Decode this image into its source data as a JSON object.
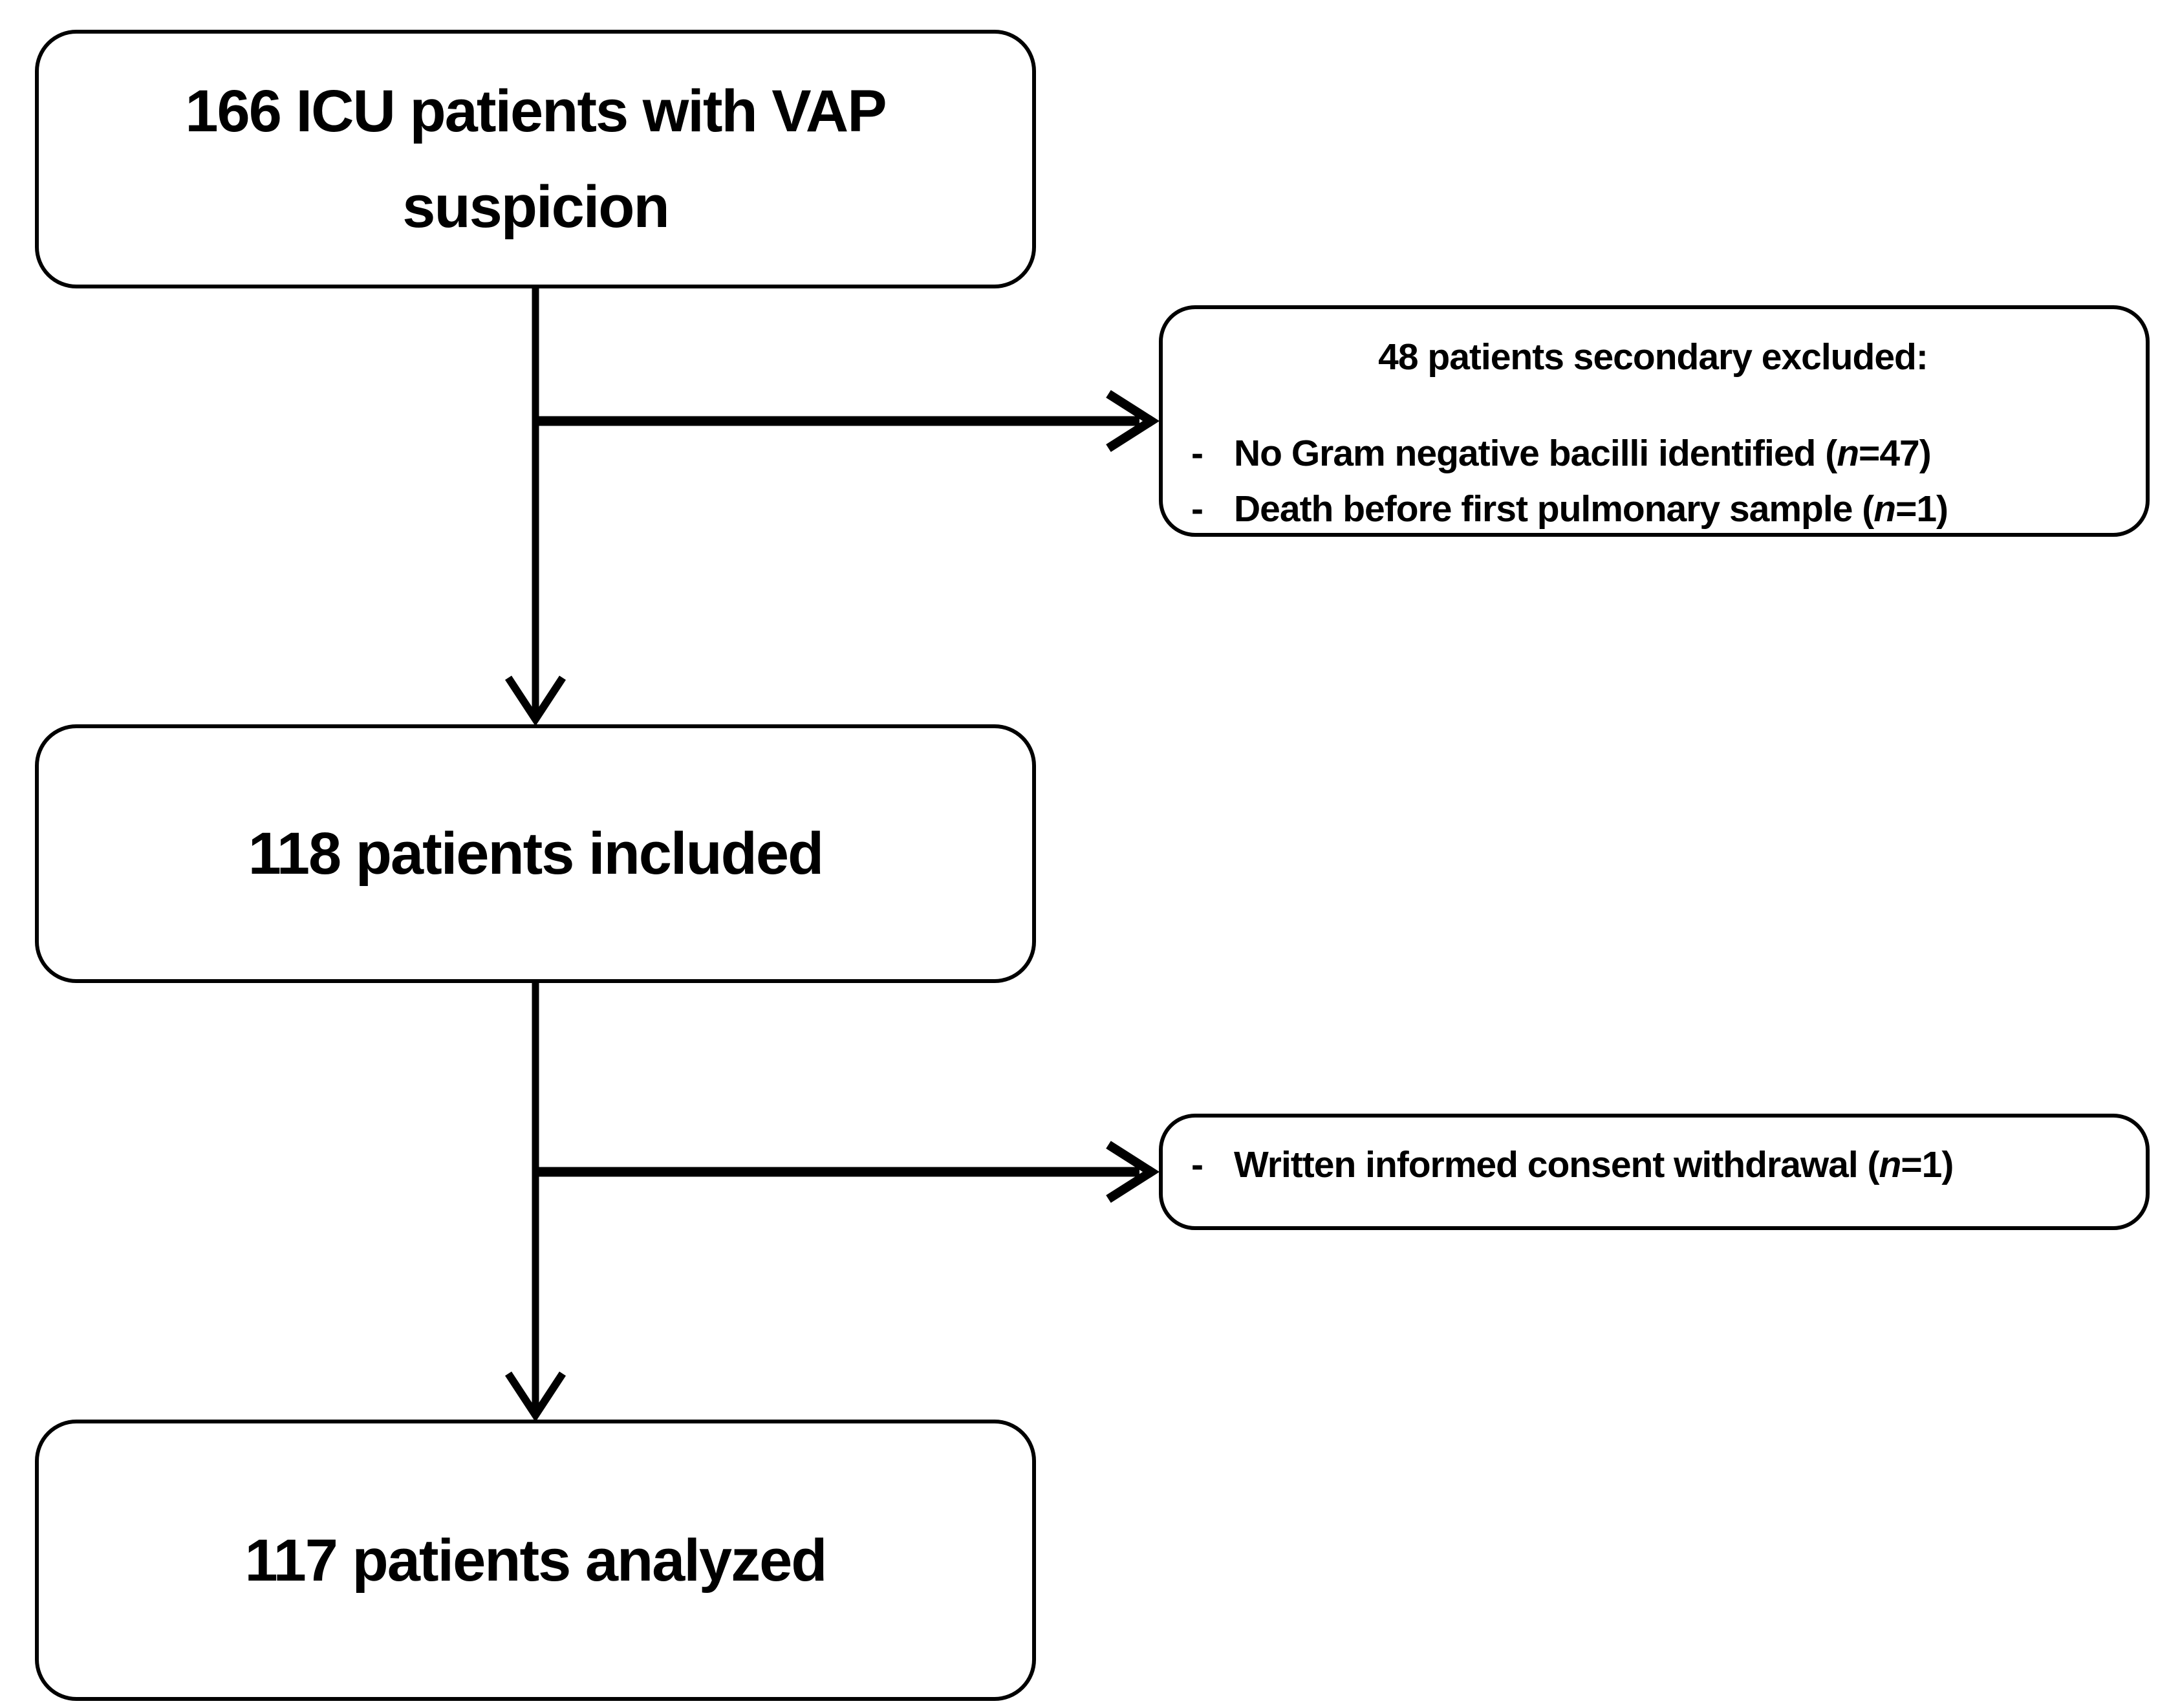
{
  "figure": {
    "background_color": "#ffffff",
    "stroke_color": "#000000",
    "nodes": {
      "vap_suspicion": {
        "line1": "166 ICU patients with VAP",
        "line2": "suspicion"
      },
      "secondary_excluded": {
        "title": "48 patients secondary excluded:",
        "items": [
          {
            "bullet": "-",
            "text_pre": "No Gram negative bacilli identified (",
            "text_italic": "n",
            "text_post": "=47)"
          },
          {
            "bullet": "-",
            "text_pre": "Death before first pulmonary sample (",
            "text_italic": "n",
            "text_post": "=1)"
          }
        ]
      },
      "included": {
        "text": "118 patients included"
      },
      "consent_withdrawal": {
        "bullet": "-",
        "text_pre": "Written informed consent withdrawal (",
        "text_italic": "n",
        "text_post": "=1)"
      },
      "analyzed": {
        "text": "117 patients analyzed"
      }
    }
  }
}
